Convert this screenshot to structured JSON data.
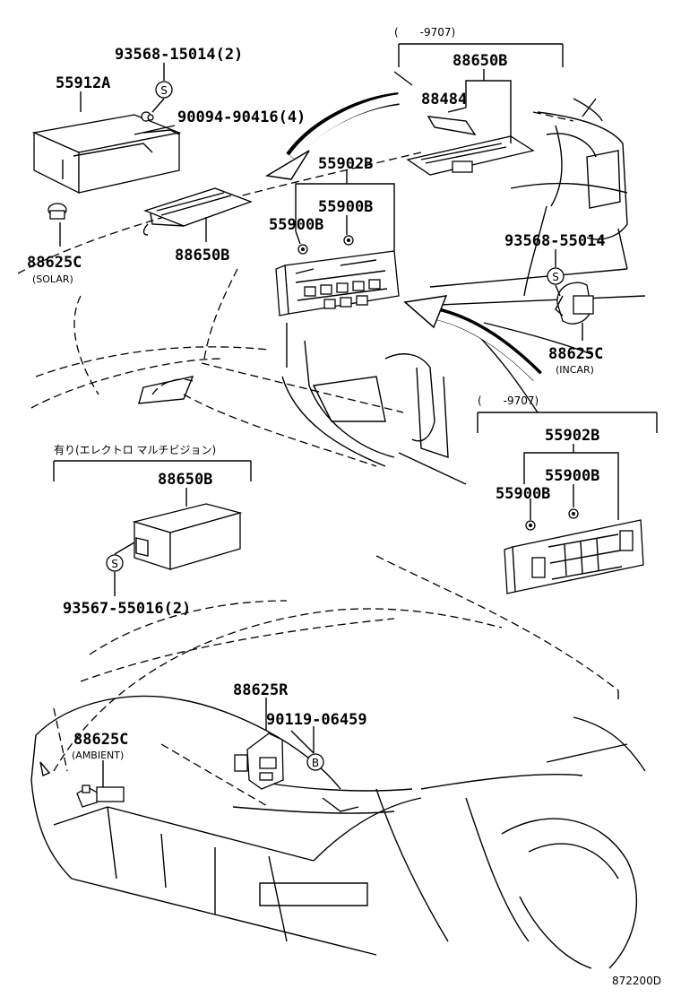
{
  "labels": {
    "p55912a": "55912A",
    "p93568_15014": "93568-15014(2)",
    "p90094_90416": "90094-90416(4)",
    "p88625c_solar": "88625C",
    "solar": "(SOLAR)",
    "p88650b_a": "88650B",
    "p55902b_a": "55902B",
    "p55900b_a1": "55900B",
    "p55900b_a2": "55900B",
    "range_top": "(　　-9707)",
    "p88650b_top": "88650B",
    "p88484": "88484",
    "p93568_55014": "93568-55014",
    "p88625c_incar": "88625C",
    "incar": "(INCAR)",
    "range_mid": "(　　-9707)",
    "p55902b_b": "55902B",
    "p55900b_b1": "55900B",
    "p55900b_b2": "55900B",
    "jp_note": "有り(エレクトロ マルチビジョン)",
    "p88650b_mid": "88650B",
    "p93567_55016": "93567-55016(2)",
    "p88625r": "88625R",
    "p90119_06459": "90119-06459",
    "p88625c_ambient": "88625C",
    "ambient": "(AMBIENT)",
    "fig_code": "872200D"
  },
  "symbols": {
    "s_a": "S",
    "s_b": "S",
    "s_c": "S",
    "b_a": "B"
  }
}
